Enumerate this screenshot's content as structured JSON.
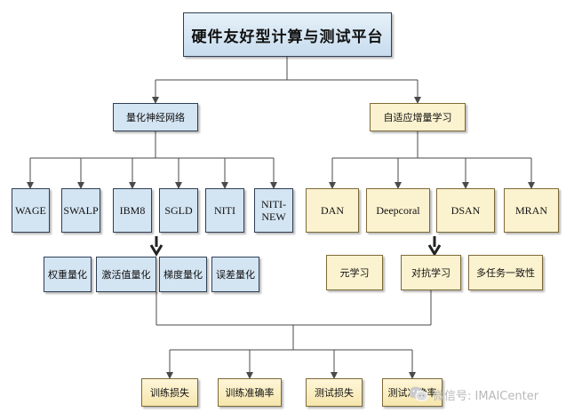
{
  "title": "硬件友好型计算与测试平台",
  "branches": {
    "left": "量化神经网络",
    "right": "自适应增量学习"
  },
  "left_algorithms": [
    "WAGE",
    "SWALP",
    "IBM8",
    "SGLD",
    "NITI",
    "NITI-\nNEW"
  ],
  "right_algorithms": [
    "DAN",
    "Deepcoral",
    "DSAN",
    "MRAN"
  ],
  "left_subtasks": [
    "权重量化",
    "激活值量化",
    "梯度量化",
    "误差量化"
  ],
  "right_subtasks": [
    "元学习",
    "对抗学习",
    "多任务一致性"
  ],
  "outputs": [
    "训练损失",
    "训练准确率",
    "测试损失",
    "测试准确率"
  ],
  "watermark": "微信号: IMAICenter",
  "colors": {
    "blue_box": "#d3e4f2",
    "yellow_box": "#fbf2cf",
    "border": "#2f3f54",
    "line": "#4a4a4a"
  }
}
